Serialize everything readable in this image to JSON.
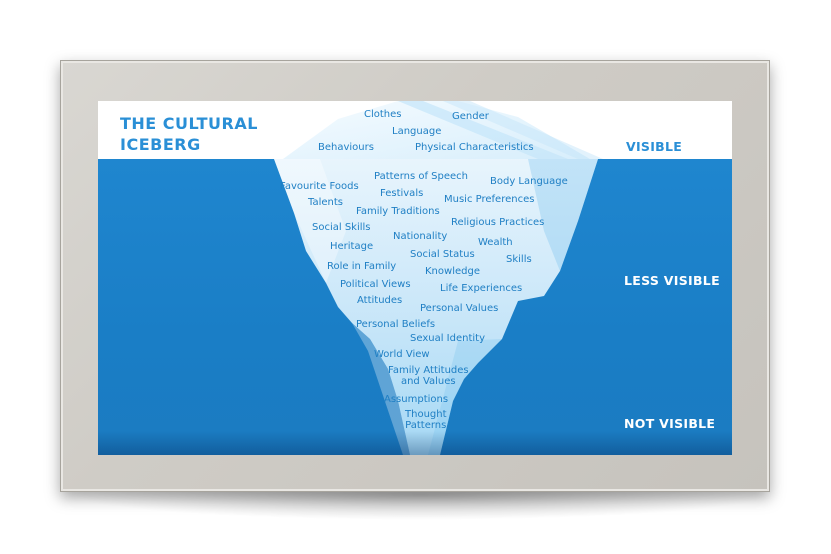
{
  "title": "THE CULTURAL\nICEBERG",
  "levels": {
    "visible": "VISIBLE",
    "less_visible": "LESS VISIBLE",
    "not_visible": "NOT VISIBLE"
  },
  "terms": [
    "Clothes",
    "Gender",
    "Language",
    "Behaviours",
    "Physical Characteristics",
    "Patterns of Speech",
    "Favourite Foods",
    "Body Language",
    "Festivals",
    "Talents",
    "Music Preferences",
    "Family Traditions",
    "Religious Practices",
    "Social Skills",
    "Nationality",
    "Wealth",
    "Heritage",
    "Social Status",
    "Skills",
    "Role in Family",
    "Knowledge",
    "Political Views",
    "Life Experiences",
    "Attitudes",
    "Personal Values",
    "Personal Beliefs",
    "Sexual Identity",
    "World View",
    "Family Attitudes\nand Values",
    "Assumptions",
    "Thought\nPatterns"
  ],
  "colors": {
    "sea": "#1f86cf",
    "ice_light": "#e8f5fd",
    "ice_mid": "#9ad2f2",
    "title": "#2a8fd6",
    "term_text": "#1f7fc4"
  }
}
